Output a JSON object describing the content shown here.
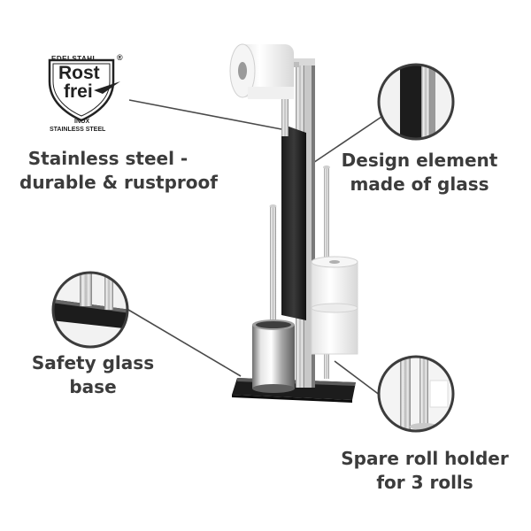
{
  "badge": {
    "top": "EDELSTAHL",
    "registered": "®",
    "line1": "Rost",
    "line2": "frei",
    "inox": "INOX",
    "stainless": "STAINLESS STEEL"
  },
  "callouts": {
    "steel": {
      "line1": "Stainless steel -",
      "line2": "durable & rustproof"
    },
    "glass": {
      "line1": "Design element",
      "line2": "made of glass"
    },
    "base": {
      "line1": "Safety glass",
      "line2": "base"
    },
    "spare": {
      "line1": "Spare roll holder",
      "line2": "for 3 rolls"
    }
  }
}
